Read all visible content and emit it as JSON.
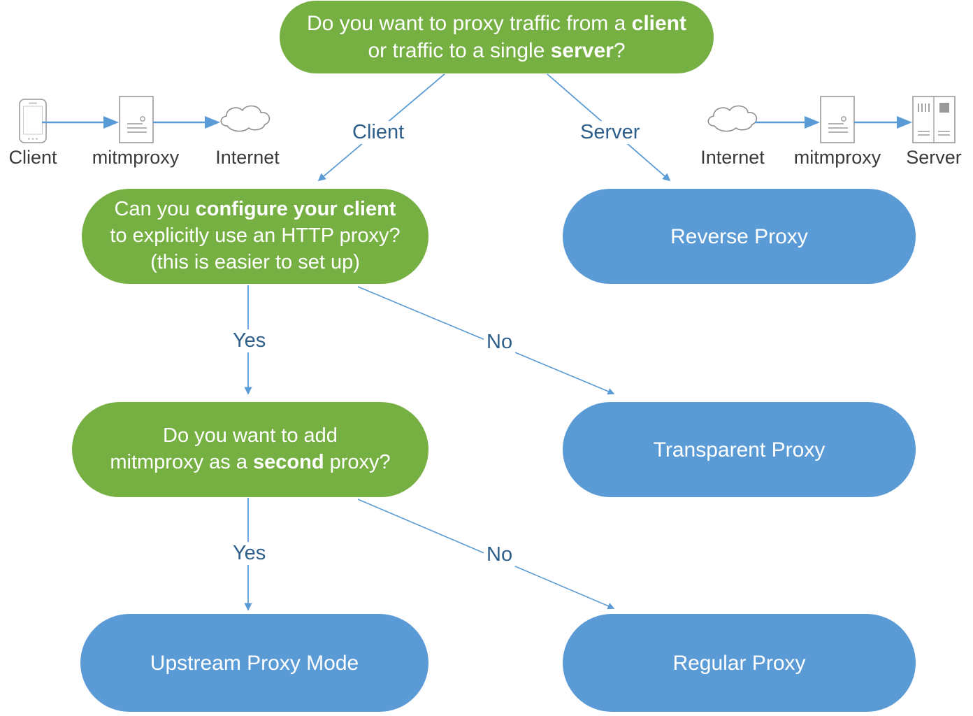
{
  "diagram": {
    "title": "mitmproxy mode decision flowchart",
    "colors": {
      "green": "#76b043",
      "blue": "#5b9bd5",
      "edge": "#5b9bd5",
      "edge_label_text": "#2e5f8a",
      "icon_label_text": "#3a3a3a",
      "node_text": "#ffffff",
      "icon_stroke": "#9a9a9a"
    },
    "nodes": {
      "question_root": {
        "kind": "decision",
        "color": "green",
        "line1_a": "Do you want to proxy traffic from a ",
        "line1_b": "client",
        "line2_a": "or traffic to a single ",
        "line2_b": "server",
        "line2_c": "?"
      },
      "question_configure_client": {
        "kind": "decision",
        "color": "green",
        "line1_a": "Can you ",
        "line1_b": "configure your client",
        "line2": "to explicitly use an HTTP proxy?",
        "line3": "(this is easier to set up)"
      },
      "question_second_proxy": {
        "kind": "decision",
        "color": "green",
        "line1": "Do you want to add",
        "line2_a": "mitmproxy as a ",
        "line2_b": "second",
        "line2_c": " proxy?"
      },
      "result_reverse_proxy": {
        "kind": "result",
        "color": "blue",
        "label": "Reverse Proxy"
      },
      "result_transparent_proxy": {
        "kind": "result",
        "color": "blue",
        "label": "Transparent Proxy"
      },
      "result_upstream_proxy_mode": {
        "kind": "result",
        "color": "blue",
        "label": "Upstream Proxy Mode"
      },
      "result_regular_proxy": {
        "kind": "result",
        "color": "blue",
        "label": "Regular Proxy"
      }
    },
    "edge_labels": {
      "client": "Client",
      "server": "Server",
      "yes_upper": "Yes",
      "no_upper": "No",
      "yes_lower": "Yes",
      "no_lower": "No"
    },
    "illustrations": {
      "left": {
        "name": "client-to-internet-flow",
        "items": [
          {
            "icon": "phone-icon",
            "label": "Client"
          },
          {
            "icon": "proxy-doc-icon",
            "label": "mitmproxy"
          },
          {
            "icon": "cloud-icon",
            "label": "Internet"
          }
        ]
      },
      "right": {
        "name": "internet-to-server-flow",
        "items": [
          {
            "icon": "cloud-icon",
            "label": "Internet"
          },
          {
            "icon": "proxy-doc-icon",
            "label": "mitmproxy"
          },
          {
            "icon": "server-rack-icon",
            "label": "Server"
          }
        ]
      }
    }
  }
}
